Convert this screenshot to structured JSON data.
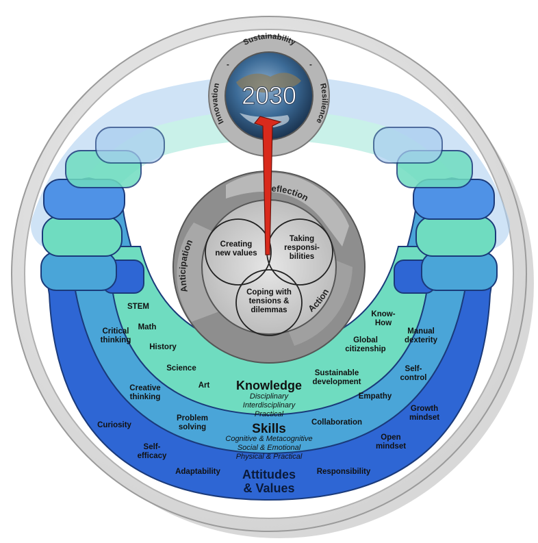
{
  "compass": {
    "year": "2030",
    "arc_top": "Sustainability",
    "arc_left": "Innovation",
    "arc_right": "Resilience",
    "separator": "-"
  },
  "cycle": {
    "reflection": "Reflection",
    "anticipation": "Anticipation",
    "action": "Action",
    "competencies": [
      [
        "Creating",
        "new values"
      ],
      [
        "Taking",
        "responsi-",
        "bilities"
      ],
      [
        "Coping with",
        "tensions &",
        "dilemmas"
      ]
    ]
  },
  "knowledge": {
    "title": "Knowledge",
    "subtitles": [
      "Disciplinary",
      "Interdisciplinary",
      "Practical"
    ],
    "items": [
      [
        "STEM"
      ],
      [
        "Math"
      ],
      [
        "History"
      ],
      [
        "Science"
      ],
      [
        "Art"
      ],
      [
        "Know-",
        "How"
      ],
      [
        "Global",
        "citizenship"
      ],
      [
        "Sustainable",
        "development"
      ]
    ]
  },
  "skills": {
    "title": "Skills",
    "subtitles": [
      "Cognitive & Metacognitive",
      "Social & Emotional",
      "Physical & Practical"
    ],
    "items": [
      [
        "Critical",
        "thinking"
      ],
      [
        "Creative",
        "thinking"
      ],
      [
        "Problem",
        "solving"
      ],
      [
        "Manual",
        "dexterity"
      ],
      [
        "Self-",
        "control"
      ],
      [
        "Empathy"
      ],
      [
        "Collaboration"
      ]
    ]
  },
  "attitudes": {
    "title": [
      "Attitudes",
      "& Values"
    ],
    "items": [
      [
        "Curiosity"
      ],
      [
        "Self-",
        "efficacy"
      ],
      [
        "Adaptability"
      ],
      [
        "Growth",
        "mindset"
      ],
      [
        "Open",
        "mindset"
      ],
      [
        "Responsibility"
      ]
    ]
  },
  "colors": {
    "ring": "#c9c9c9",
    "knowledge": "#6fdcc0",
    "skills": "#4aa5d8",
    "attitudes": "#2e66d4",
    "arrow": "#d92a1c",
    "earth": "#2a5a8c"
  }
}
